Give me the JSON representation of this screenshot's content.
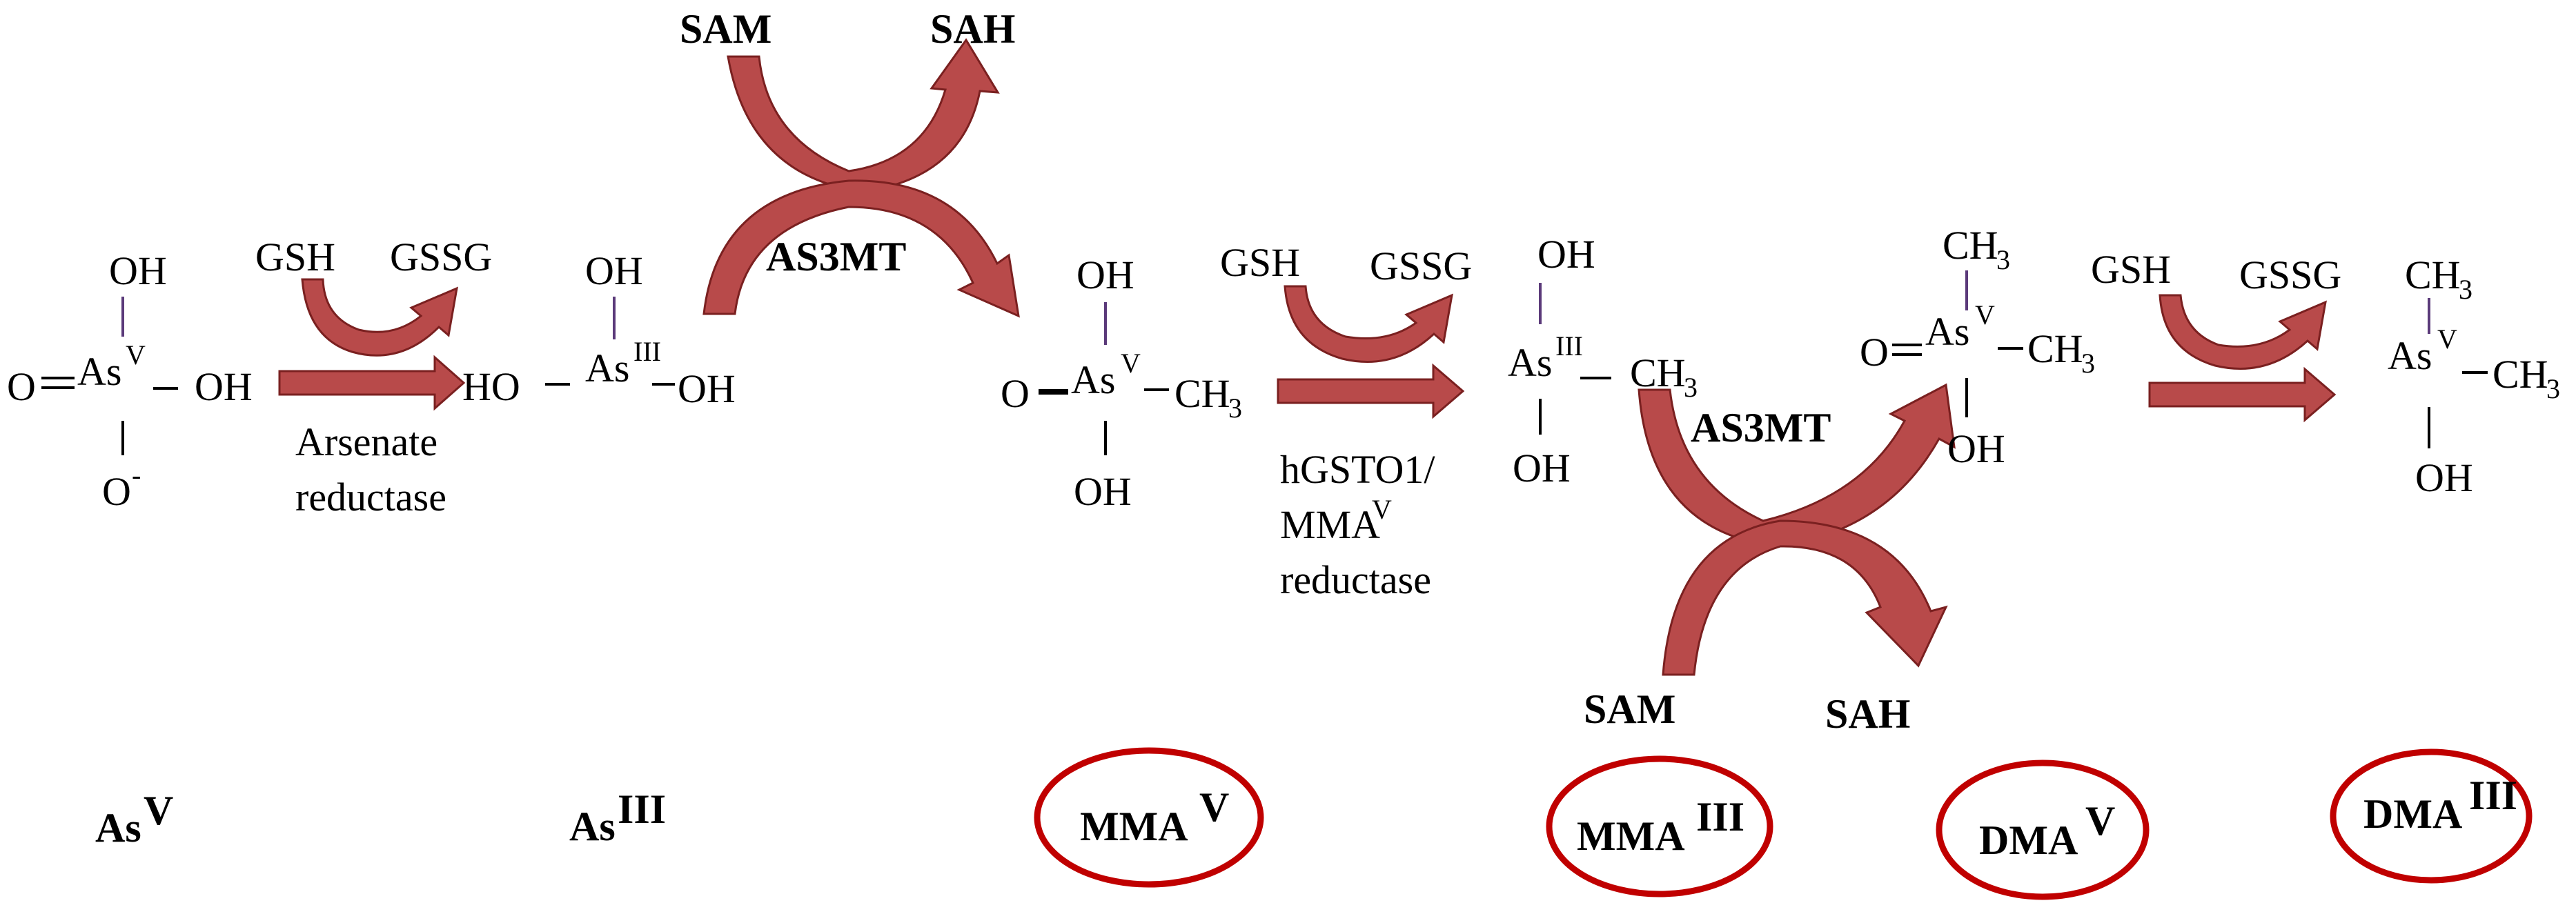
{
  "colors": {
    "arrow_fill": "#b84a4a",
    "arrow_stroke": "#7a2020",
    "ellipse_stroke": "#c00000",
    "bond_purple": "#5b3a7a"
  },
  "symbols": {
    "as": "As",
    "ox_v": "V",
    "ox_iii": "III",
    "oh": "OH",
    "ho": "HO",
    "o": "O",
    "o_minus": "O",
    "minus": "-",
    "ch": "CH",
    "three": "3"
  },
  "reagents": {
    "gsh": "GSH",
    "gssg": "GSSG",
    "sam": "SAM",
    "sah": "SAH",
    "as3mt": "AS3MT"
  },
  "enzymes": {
    "arsenate_line1": "Arsenate",
    "arsenate_line2": "reductase",
    "hgsto_line1": "hGSTO1/",
    "hgsto_line2": "MMA",
    "hgsto_line2_sup": "V",
    "hgsto_line3": "reductase"
  },
  "species": [
    {
      "name": "As",
      "sup": "V",
      "circled": false
    },
    {
      "name": "As",
      "sup": "III",
      "circled": false
    },
    {
      "name": "MMA",
      "sup": "V",
      "circled": true
    },
    {
      "name": "MMA",
      "sup": "III",
      "circled": true
    },
    {
      "name": "DMA",
      "sup": "V",
      "circled": true
    },
    {
      "name": "DMA",
      "sup": "III",
      "circled": true
    }
  ]
}
